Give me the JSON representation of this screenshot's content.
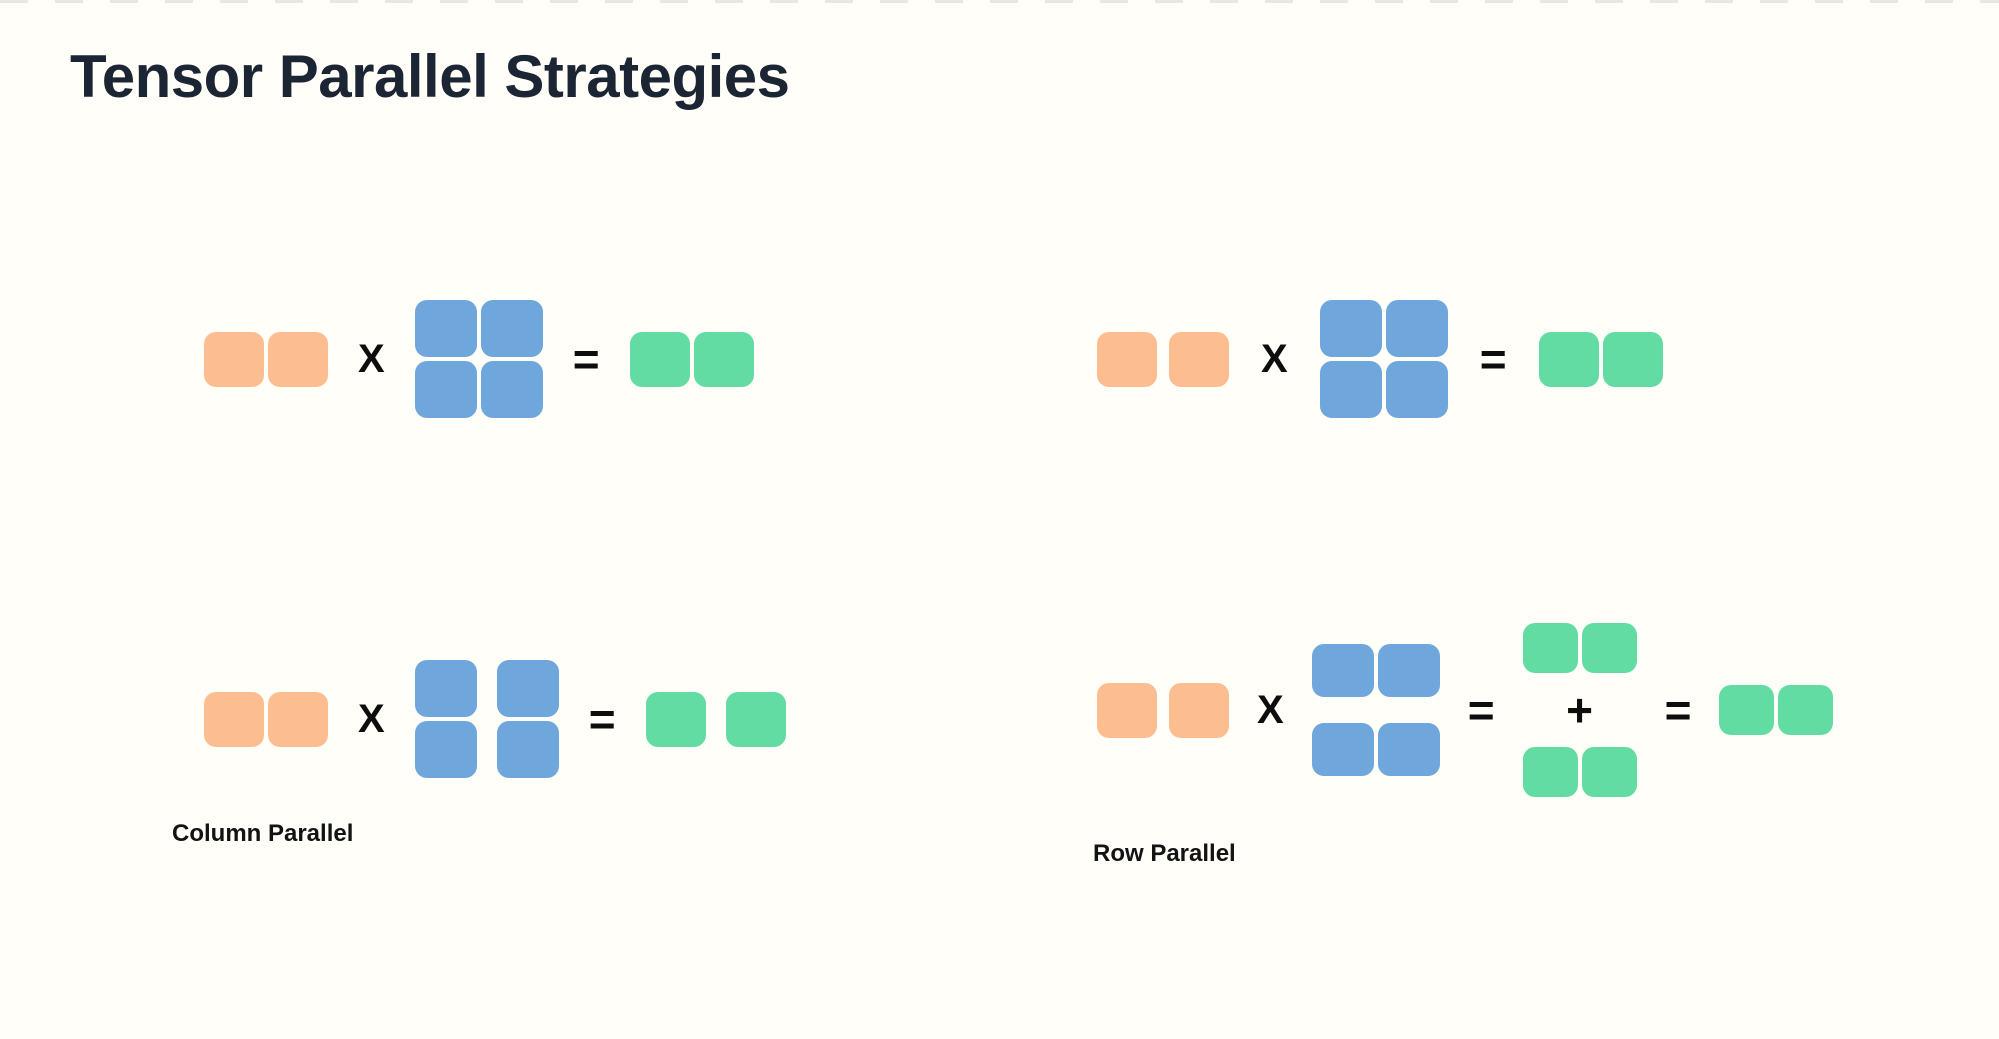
{
  "page": {
    "title": "Tensor Parallel Strategies"
  },
  "palette": {
    "background": "#FFFEF9",
    "top_dash": "#E9E7E1",
    "title_text": "#1B2533",
    "label_text": "#131313",
    "operator_text": "#0D0D0D",
    "input_orange": "#FCBE90",
    "weight_blue": "#6FA6DB",
    "output_green": "#63DCA4"
  },
  "operators": {
    "multiply": "X",
    "equals": "=",
    "plus": "+"
  },
  "diagrams": {
    "top_left": {
      "name": "baseline-matmul-1",
      "equation": "input(1x2, orange) X weight(2x2, blue) = output(1x2, green)",
      "input": {
        "rows": 1,
        "cols": 2,
        "color": "input_orange",
        "split": "none"
      },
      "weight": {
        "rows": 2,
        "cols": 2,
        "color": "weight_blue",
        "split": "none"
      },
      "output": {
        "rows": 1,
        "cols": 2,
        "color": "output_green",
        "split": "none"
      }
    },
    "top_right": {
      "name": "baseline-matmul-2",
      "equation": "input(1x2 split, orange) X weight(2x2, blue) = output(1x2, green)",
      "input": {
        "rows": 1,
        "cols": 2,
        "color": "input_orange",
        "split": "columns"
      },
      "weight": {
        "rows": 2,
        "cols": 2,
        "color": "weight_blue",
        "split": "none"
      },
      "output": {
        "rows": 1,
        "cols": 2,
        "color": "output_green",
        "split": "none"
      }
    },
    "column_parallel": {
      "label": "Column Parallel",
      "equation": "input(1x2, orange) X weight(2x2 split by columns, blue) = output(1x2 split, green)",
      "input": {
        "rows": 1,
        "cols": 2,
        "color": "input_orange",
        "split": "none"
      },
      "weight": {
        "rows": 2,
        "cols": 2,
        "color": "weight_blue",
        "split": "columns"
      },
      "output": {
        "rows": 1,
        "cols": 2,
        "color": "output_green",
        "split": "columns"
      }
    },
    "row_parallel": {
      "label": "Row Parallel",
      "equation": "input(1x2 split, orange) X weight(2x2 split by rows, blue) = partial(1x2, green) + partial(1x2, green) = output(1x2, green)",
      "input": {
        "rows": 1,
        "cols": 2,
        "color": "input_orange",
        "split": "columns"
      },
      "weight": {
        "rows": 2,
        "cols": 2,
        "color": "weight_blue",
        "split": "rows"
      },
      "partials": [
        {
          "rows": 1,
          "cols": 2,
          "color": "output_green",
          "split": "none"
        },
        {
          "rows": 1,
          "cols": 2,
          "color": "output_green",
          "split": "none"
        }
      ],
      "output": {
        "rows": 1,
        "cols": 2,
        "color": "output_green",
        "split": "none"
      }
    }
  }
}
